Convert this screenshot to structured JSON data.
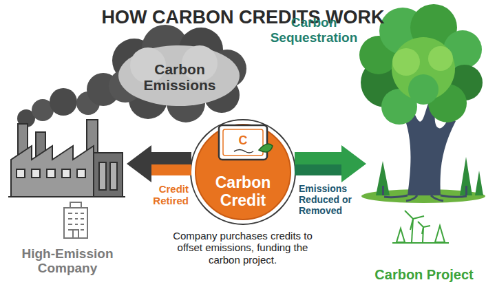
{
  "diagram": {
    "title": "HOW CARBON CREDITS WORK",
    "nodes": [
      {
        "text": [
          "Carbon Emissions"
        ]
      },
      {
        "text": [
          "High-Emission Company"
        ]
      },
      {
        "text": [
          "Carbon Credit"
        ]
      },
      {
        "text": [
          "Carbon Project"
        ]
      }
    ],
    "edges": [
      {
        "from": 2,
        "to": 1,
        "arrow": "to",
        "label": "Credit Retired"
      },
      {
        "from": 2,
        "to": 3,
        "arrow": "to",
        "label": "Emissions Reduced or Removed"
      }
    ],
    "labels": [
      "Carbon Sequestration",
      "C",
      "Company purchases credits to offset emissions, funding the carbon project."
    ]
  }
}
